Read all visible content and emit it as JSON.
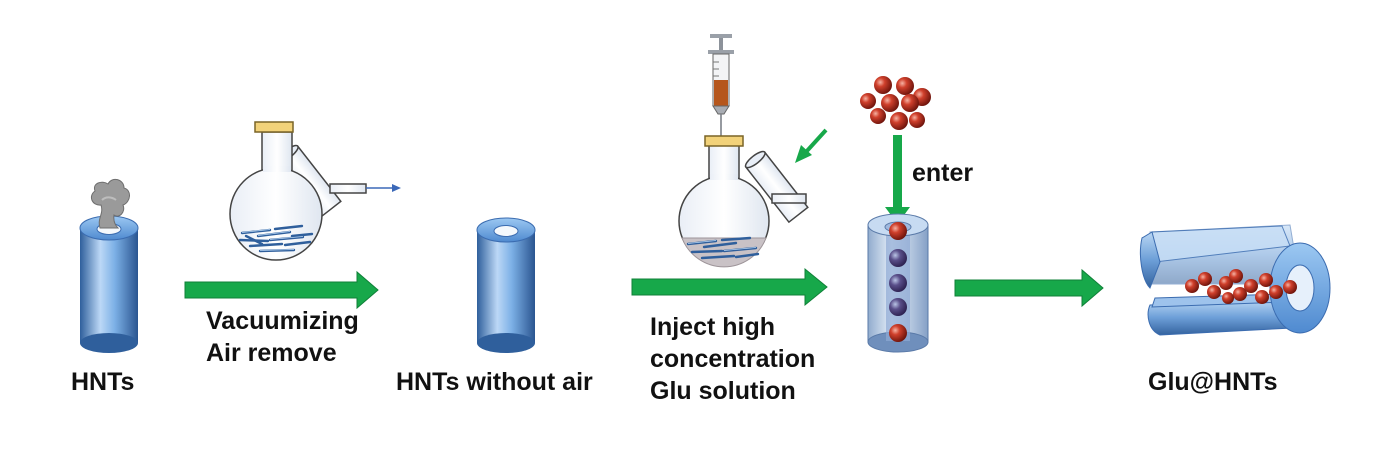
{
  "labels": {
    "hnts": "HNTs",
    "step1_line1": "Vacuumizing",
    "step1_line2": "Air remove",
    "hnts_without_air": "HNTs without air",
    "step2_line1": "Inject high",
    "step2_line2": "concentration",
    "step2_line3": "Glu solution",
    "enter": "enter",
    "product": "Glu@HNTs"
  },
  "colors": {
    "process_arrow": "#17a84a",
    "tube_blue": "#6fa8e6",
    "glu_particle": "#c0301e",
    "flask_stopper": "#f2d27a",
    "syringe_liquid": "#b5561c"
  },
  "icons": [
    "smoke-icon",
    "flask-icon",
    "syringe-icon",
    "particles-icon",
    "vacuum-arrow-icon",
    "injection-arrow-icon"
  ]
}
